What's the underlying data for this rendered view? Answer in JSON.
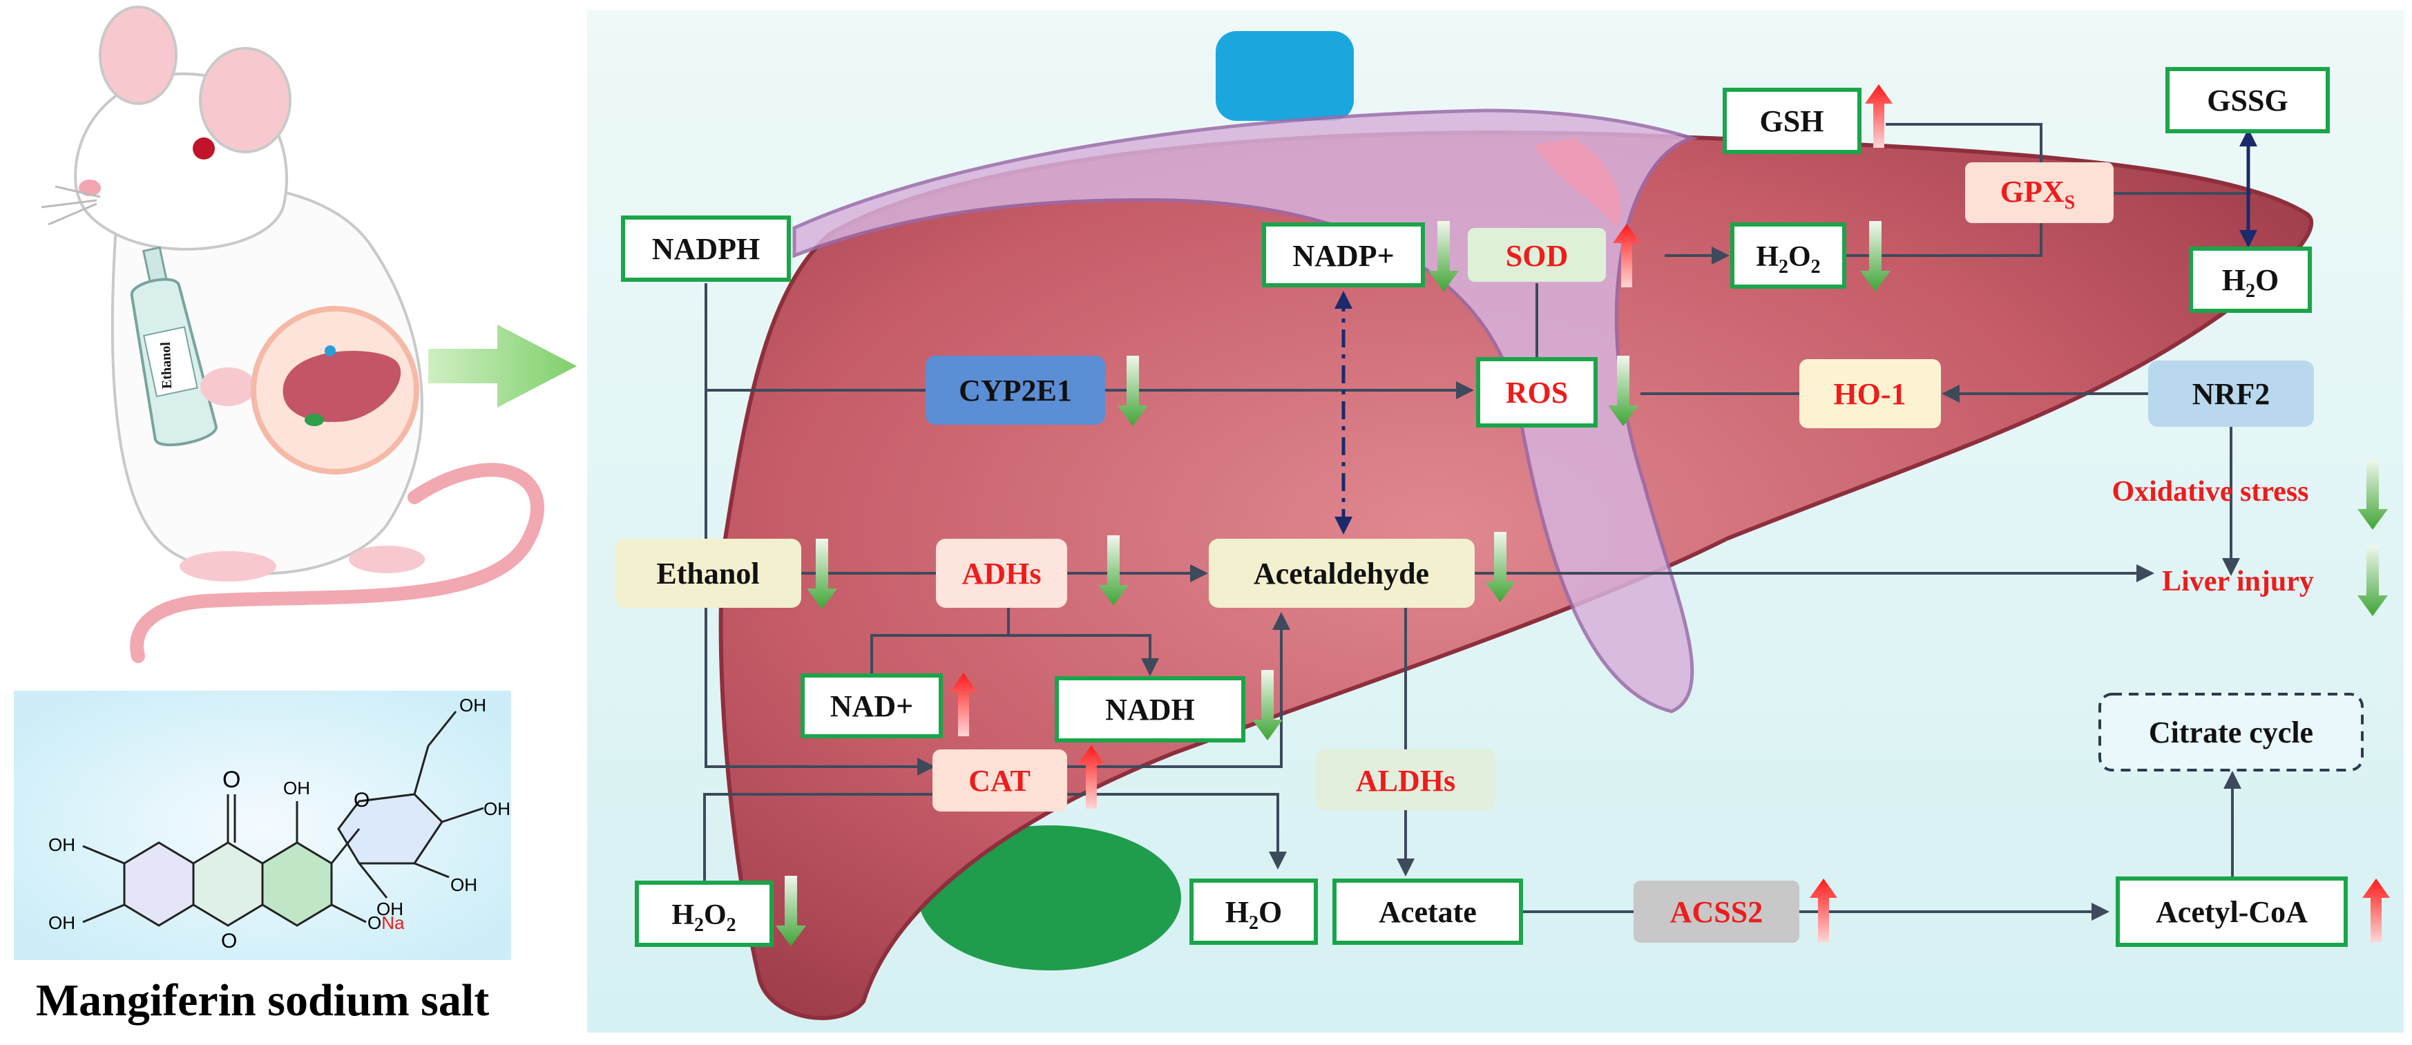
{
  "caption": "Mangiferin sodium salt",
  "rat": {
    "bottle_label": "Ethanol"
  },
  "molecule": {
    "oh_labels": [
      "OH",
      "OH",
      "OH",
      "OH",
      "OH",
      "OH",
      "OH"
    ],
    "carbonyl": "O",
    "ring_o1": "O",
    "ring_o2": "O",
    "ona": "O",
    "na": "Na"
  },
  "nodes": {
    "nadph": "NADPH",
    "nadp_plus": "NADP+",
    "sod": "SOD",
    "h2o2_top": "H",
    "h2o2_top_sub": "2",
    "h2o2_top_o": "O",
    "h2o2_top_sub2": "2",
    "gsh": "GSH",
    "gpx": "GPX",
    "gpx_sub": "S",
    "gssg": "GSSG",
    "h2o_top": "H",
    "h2o_top_sub": "2",
    "h2o_top_o": "O",
    "cyp2e1": "CYP2E1",
    "ros": "ROS",
    "ho1": "HO-1",
    "nrf2": "NRF2",
    "oxidative_stress": "Oxidative stress",
    "liver_injury": "Liver injury",
    "ethanol": "Ethanol",
    "adhs": "ADHs",
    "acetaldehyde": "Acetaldehyde",
    "nad_plus": "NAD+",
    "nadh": "NADH",
    "cat": "CAT",
    "aldhs": "ALDHs",
    "citrate_cycle": "Citrate cycle",
    "h2o2_bottom": "H",
    "h2o2_bottom_sub": "2",
    "h2o2_bottom_o": "O",
    "h2o2_bottom_sub2": "2",
    "h2o_bottom": "H",
    "h2o_bottom_sub": "2",
    "h2o_bottom_o": "O",
    "acetate": "Acetate",
    "acss2": "ACSS2",
    "acetyl_coa": "Acetyl-CoA"
  },
  "trend": {
    "gsh": "up",
    "sod": "up",
    "nad_plus": "up",
    "cat": "up",
    "acss2": "up",
    "acetyl_coa": "up",
    "nadp_plus": "down",
    "h2o2_top": "down",
    "cyp2e1": "down",
    "ros": "down",
    "ethanol": "down",
    "adhs": "down",
    "acetaldehyde": "down",
    "nadh": "down",
    "h2o2_bottom": "down",
    "oxidative_stress": "down",
    "liver_injury": "down"
  },
  "colors": {
    "green_border": "#1aa54a",
    "red_text": "#ee1c1c",
    "cyp2e1_fill": "#5b8ed4",
    "nrf2_fill": "#b9d8ee",
    "liver": "#c25a66",
    "background_panel": "#dff4f6"
  }
}
